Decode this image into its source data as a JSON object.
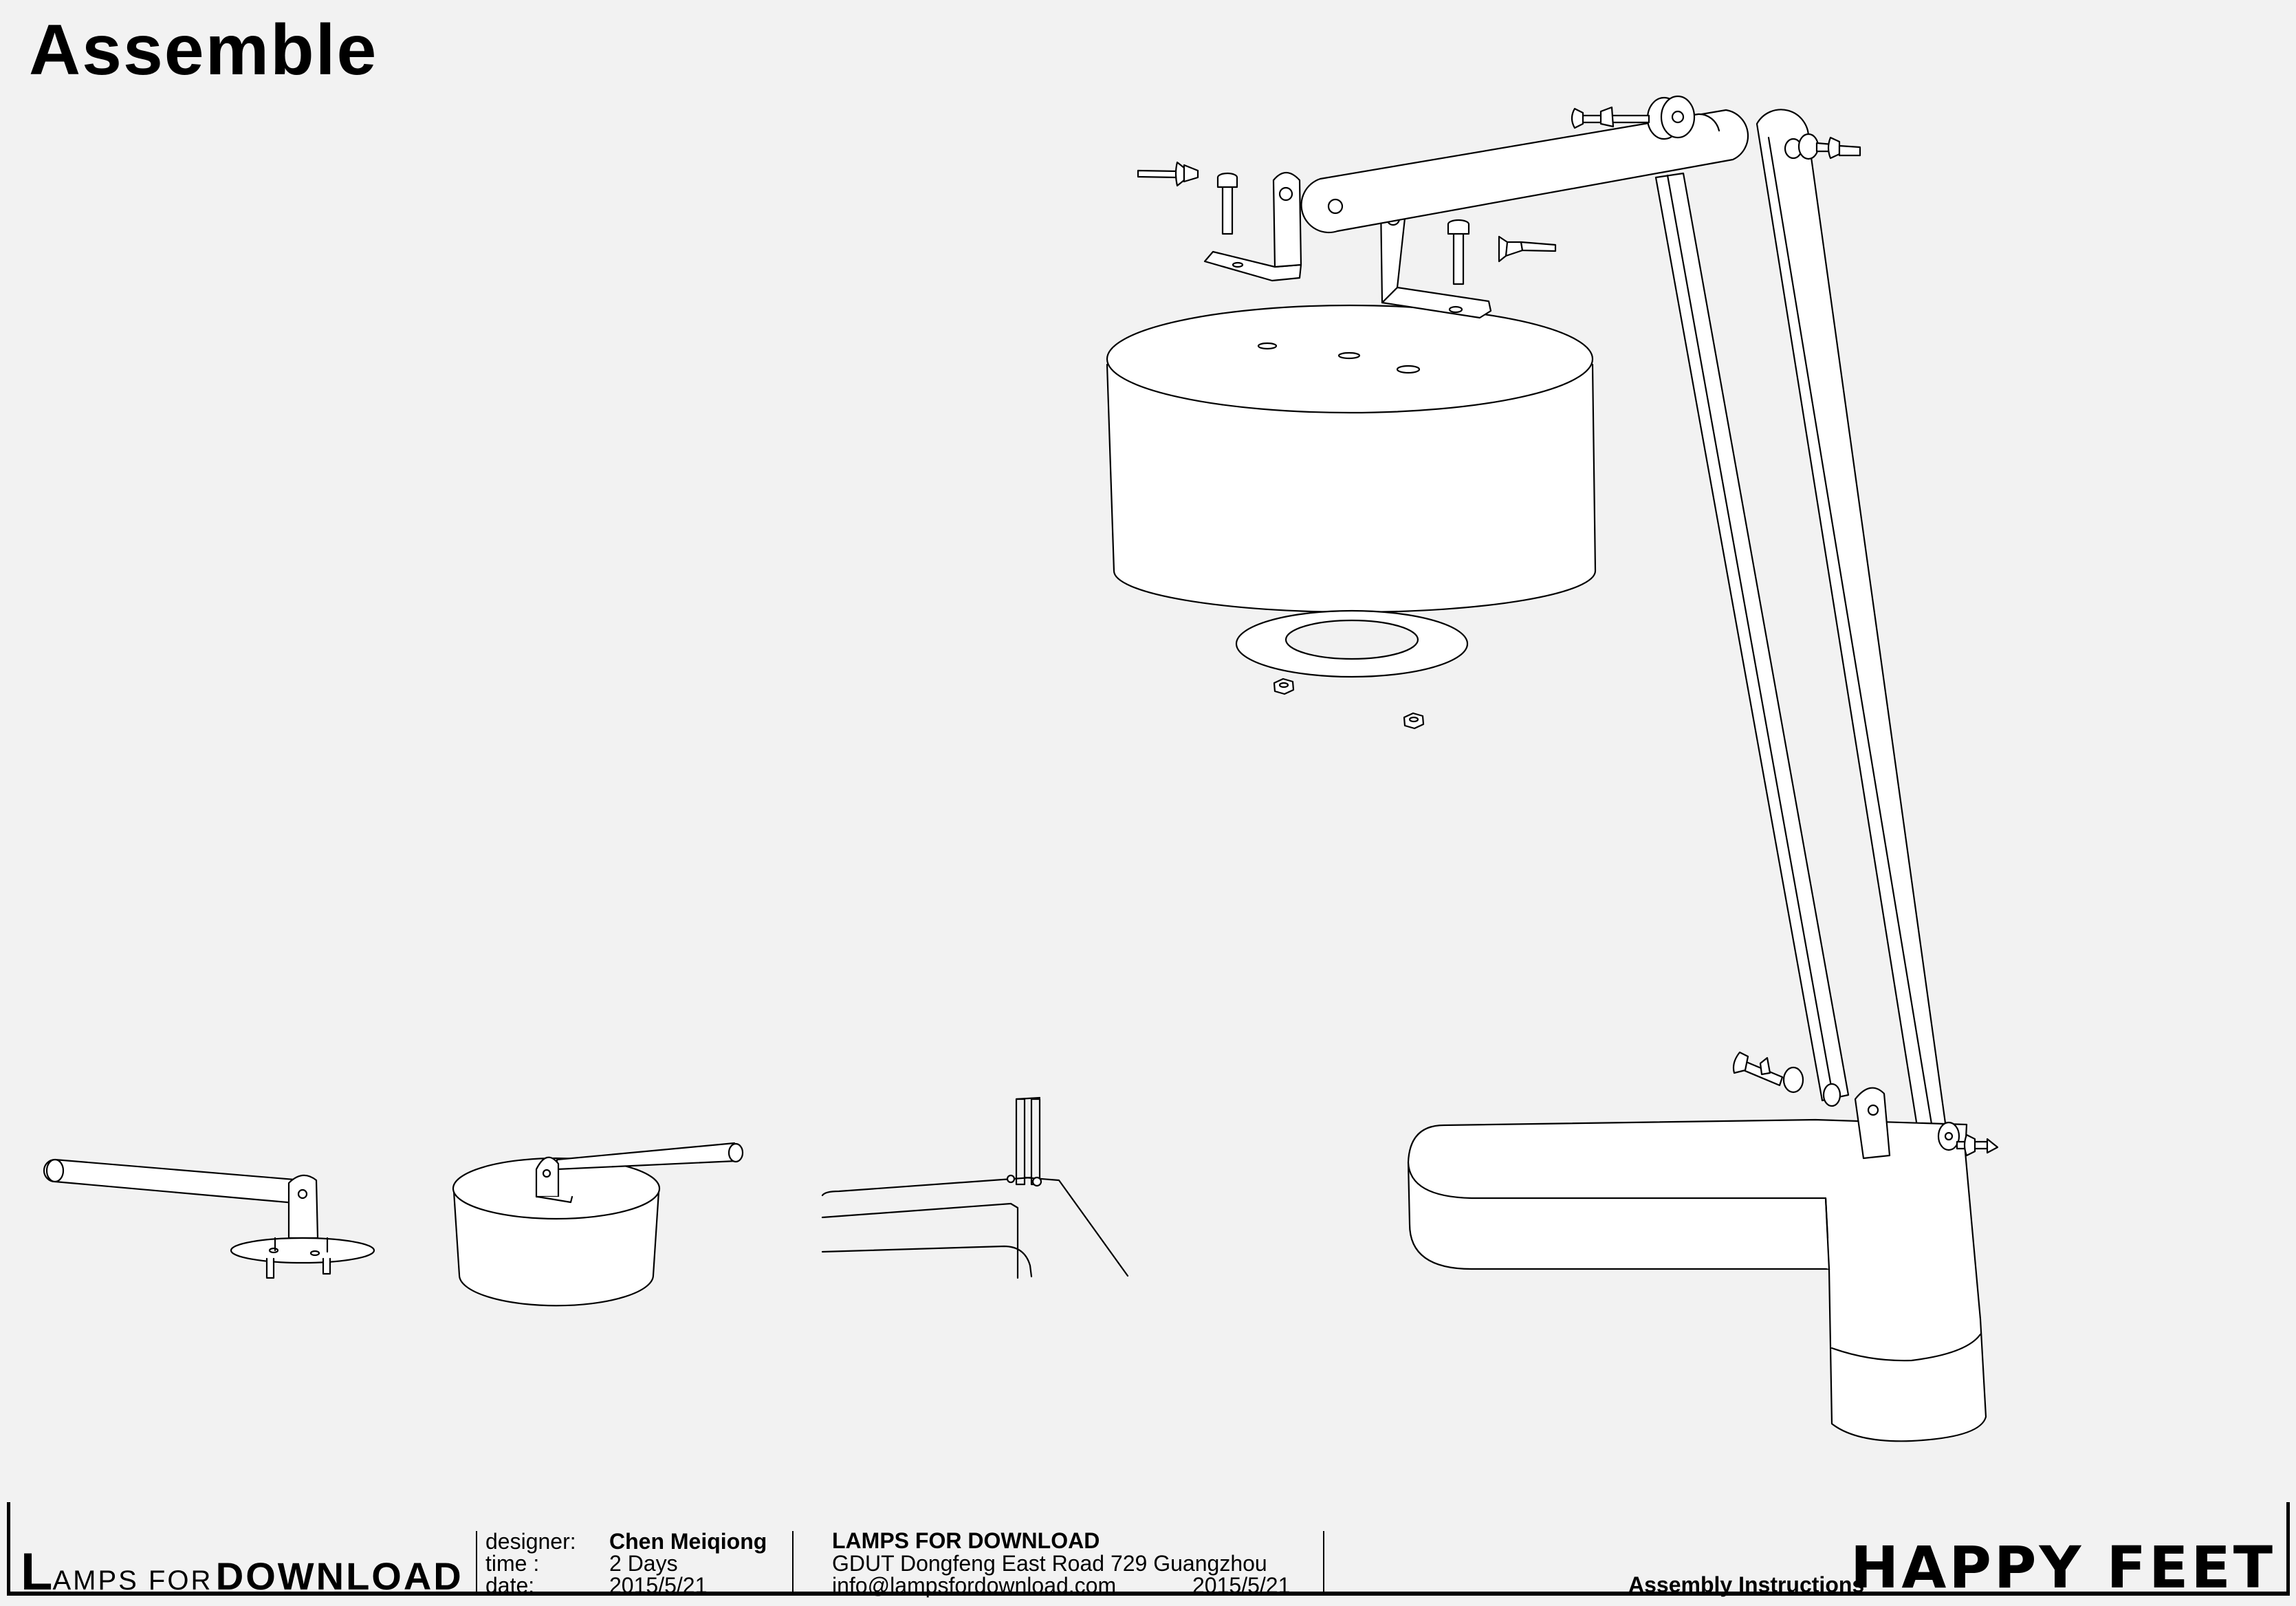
{
  "page": {
    "title": "Assemble"
  },
  "title_block": {
    "brand": {
      "initial": "L",
      "small_text": "AMPS FOR",
      "bold_text": "DOWNLOAD"
    },
    "designer_label": "designer:",
    "designer_value": "Chen Meiqiong",
    "time_label": "time :",
    "time_value": "2 Days",
    "date_label": "date:",
    "date_value": "2015/5/21",
    "company": "LAMPS FOR DOWNLOAD",
    "address": "GDUT Dongfeng East Road 729 Guangzhou",
    "email": "info@lampsfordownload.com",
    "date2": "2015/5/21",
    "document_type": "Assembly Instructions",
    "product_name": "HAPPY FEET"
  },
  "colors": {
    "line": "#000000",
    "paper": "#f2f2f2",
    "part_fill": "#ffffff"
  },
  "icons": [
    "wing-nut-icon",
    "hex-nut-icon",
    "bolt-icon",
    "l-bracket-icon"
  ]
}
